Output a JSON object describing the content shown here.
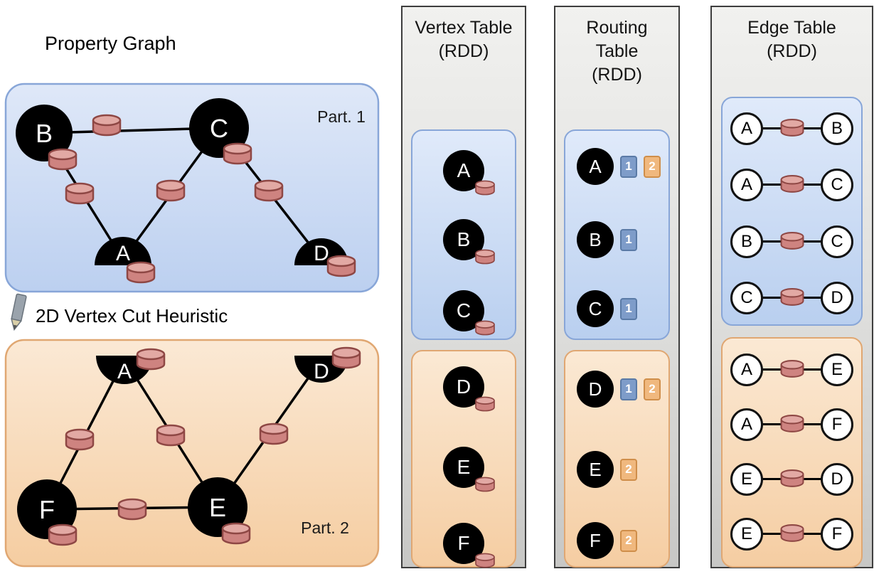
{
  "title": "Property Graph",
  "heuristic_label": "2D Vertex Cut Heuristic",
  "graph": {
    "part1": {
      "label": "Part. 1",
      "vertices": [
        "B",
        "C",
        "A",
        "D"
      ],
      "edges": [
        [
          "B",
          "C"
        ],
        [
          "B",
          "A"
        ],
        [
          "C",
          "A"
        ],
        [
          "C",
          "D"
        ]
      ]
    },
    "part2": {
      "label": "Part. 2",
      "vertices": [
        "A",
        "D",
        "F",
        "E"
      ],
      "edges": [
        [
          "A",
          "F"
        ],
        [
          "A",
          "E"
        ],
        [
          "E",
          "D"
        ],
        [
          "F",
          "E"
        ]
      ]
    }
  },
  "vertex_table": {
    "header": [
      "Vertex Table",
      "(RDD)"
    ],
    "part1": [
      "A",
      "B",
      "C"
    ],
    "part2": [
      "D",
      "E",
      "F"
    ]
  },
  "routing_table": {
    "header": [
      "Routing",
      "Table",
      "(RDD)"
    ],
    "part1": [
      {
        "vertex": "A",
        "parts": [
          "1",
          "2"
        ]
      },
      {
        "vertex": "B",
        "parts": [
          "1"
        ]
      },
      {
        "vertex": "C",
        "parts": [
          "1"
        ]
      }
    ],
    "part2": [
      {
        "vertex": "D",
        "parts": [
          "1",
          "2"
        ]
      },
      {
        "vertex": "E",
        "parts": [
          "2"
        ]
      },
      {
        "vertex": "F",
        "parts": [
          "2"
        ]
      }
    ]
  },
  "edge_table": {
    "header": [
      "Edge Table",
      "(RDD)"
    ],
    "part1": [
      [
        "A",
        "B"
      ],
      [
        "A",
        "C"
      ],
      [
        "B",
        "C"
      ],
      [
        "C",
        "D"
      ]
    ],
    "part2": [
      [
        "A",
        "E"
      ],
      [
        "A",
        "F"
      ],
      [
        "E",
        "D"
      ],
      [
        "E",
        "F"
      ]
    ]
  },
  "colors": {
    "partition1_fill": "#cfdef6",
    "partition1_border": "#88a6d8",
    "partition2_fill": "#f9dfc0",
    "partition2_border": "#e0a772",
    "cylinder_fill": "#ce8380",
    "cylinder_top": "#e2a9a4",
    "cylinder_border": "#8e4744",
    "badge_part1": "#7e9cc9",
    "badge_part2": "#f0b87e",
    "column_bg": "#dcdcda"
  }
}
